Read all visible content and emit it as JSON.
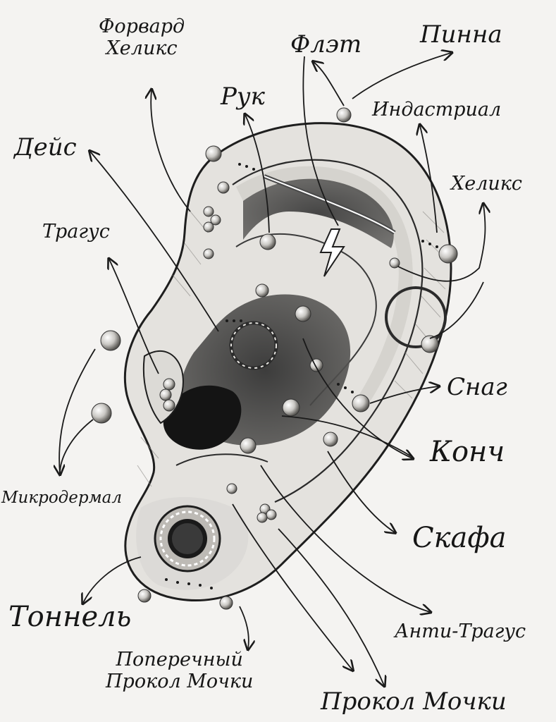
{
  "diagram": {
    "labels": {
      "forward_helix_line1": "Форвард",
      "forward_helix_line2": "Хеликс",
      "flat": "Флэт",
      "pinna": "Пинна",
      "rook": "Рук",
      "industrial": "Индастриал",
      "daith": "Дейс",
      "helix": "Хеликс",
      "tragus": "Трагус",
      "snug": "Снаг",
      "conch": "Конч",
      "microdermal": "Микродермал",
      "scapha": "Скафа",
      "tunnel": "Тоннель",
      "anti_tragus": "Анти-Трагус",
      "transverse_lobe_line1": "Поперечный",
      "transverse_lobe_line2": "Прокол Мочки",
      "lobe": "Прокол Мочки"
    },
    "colors": {
      "background": "#f4f3f1",
      "ink": "#161616",
      "skin_shade": "#d9d7d3"
    }
  }
}
